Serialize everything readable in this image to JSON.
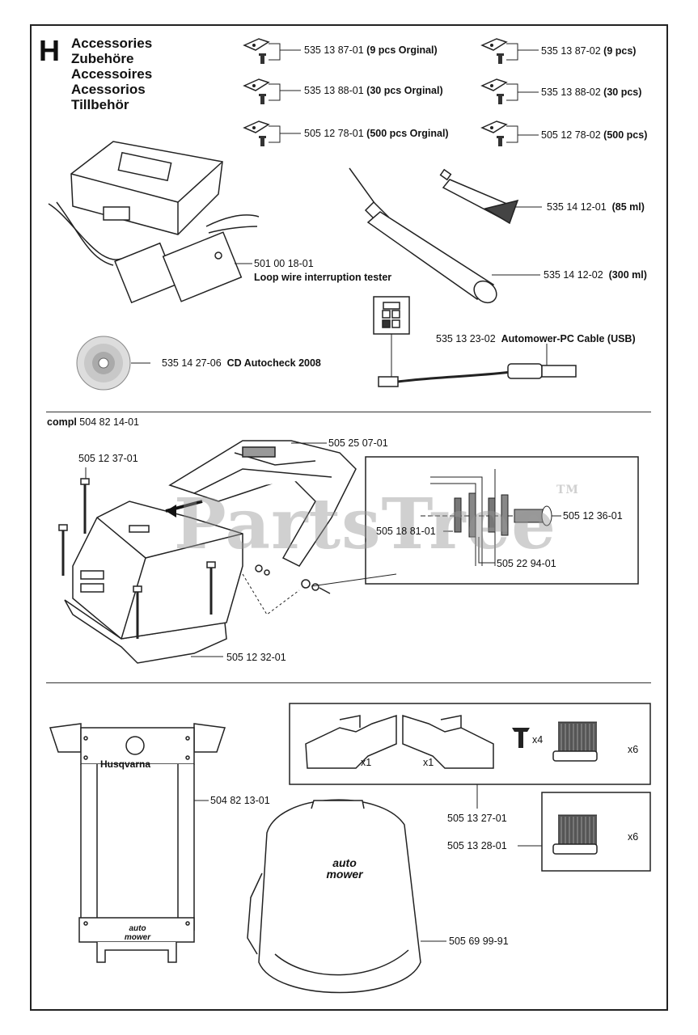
{
  "section": {
    "letter": "H",
    "titles": [
      "Accessories",
      "Zubehöre",
      "Accessoires",
      "Acessorios",
      "Tillbehör"
    ]
  },
  "blades": {
    "left": [
      {
        "part": "535 13 87-01",
        "desc": "(9 pcs Orginal)"
      },
      {
        "part": "535 13 88-01",
        "desc": "(30 pcs Orginal)"
      },
      {
        "part": "505 12 78-01",
        "desc": "(500 pcs Orginal)"
      }
    ],
    "right": [
      {
        "part": "535 13 87-02",
        "desc": "(9 pcs)"
      },
      {
        "part": "535 13 88-02",
        "desc": "(30 pcs)"
      },
      {
        "part": "505 12 78-02",
        "desc": "(500 pcs)"
      }
    ]
  },
  "tester": {
    "part": "501 00 18-01",
    "desc": "Loop wire interruption tester"
  },
  "grease": [
    {
      "part": "535 14 12-01",
      "desc": "(85 ml)"
    },
    {
      "part": "535 14 12-02",
      "desc": "(300 ml)"
    }
  ],
  "cd": {
    "part": "535 14 27-06",
    "desc": "CD Autocheck 2008"
  },
  "cable": {
    "part": "535 13 23-02",
    "desc": "Automower-PC Cable (USB)"
  },
  "garage": {
    "compl_word": "compl",
    "compl_part": "504 82 14-01",
    "parts": {
      "roof": "505 25 07-01",
      "screw_long": "505 12 37-01",
      "washer": "505 18 81-01",
      "bolt": "505 12 36-01",
      "plate": "505 22 94-01",
      "base": "505 12 32-01"
    }
  },
  "bottom": {
    "plate_part": "504 82 13-01",
    "brand": "Husqvarna",
    "auto_mower": "auto mower",
    "kit_part": "505 13 27-01",
    "brush_part": "505 13 28-01",
    "bag_part": "505 69 99-91",
    "qty": {
      "bracket_left": "x1",
      "bracket_right": "x1",
      "screws": "x4",
      "brush_kit": "x6",
      "brush_single": "x6"
    }
  },
  "watermark": "PartsTree",
  "watermark_tm": "TM"
}
